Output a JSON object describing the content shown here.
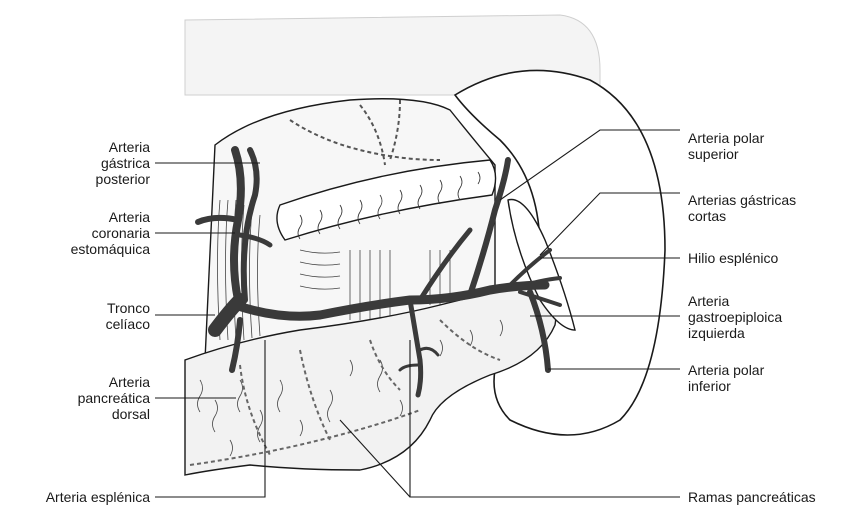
{
  "labels": {
    "arteria_gastrica_posterior": [
      "Arteria",
      "gástrica",
      "posterior"
    ],
    "arteria_coronaria_estomaquica": [
      "Arteria",
      "coronaria",
      "estomáquica"
    ],
    "tronco_celiaco": [
      "Tronco",
      "celíaco"
    ],
    "arteria_pancreatica_dorsal": [
      "Arteria",
      "pancreática",
      "dorsal"
    ],
    "arteria_esplenica": "Arteria esplénica",
    "arteria_polar_superior": [
      "Arteria polar",
      "superior"
    ],
    "arterias_gastricas_cortas": [
      "Arterias gástricas",
      "cortas"
    ],
    "hilio_esplenico": "Hilio esplénico",
    "arteria_gastroepiploica_izquierda": [
      "Arteria",
      "gastroepiploica",
      "izquierda"
    ],
    "arteria_polar_inferior": [
      "Arteria polar",
      "inferior"
    ],
    "ramas_pancreaticas": "Ramas pancreáticas"
  },
  "colors": {
    "ink": "#1a1a1a",
    "vessel": "#3a3a3a",
    "organ_fill": "#f7f7f7",
    "spleen_fill": "#ffffff"
  }
}
